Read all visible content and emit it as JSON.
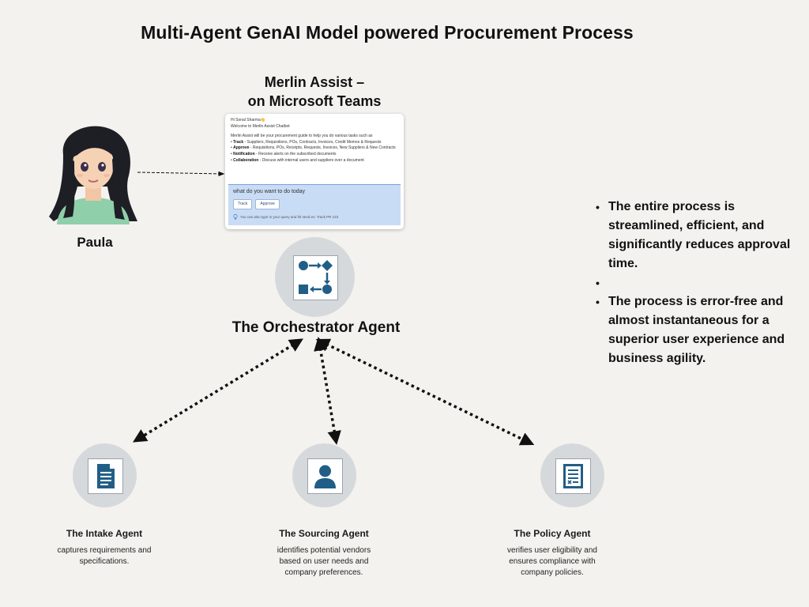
{
  "title": "Multi-Agent GenAI Model powered  Procurement Process",
  "teams": {
    "line1": "Merlin Assist –",
    "line2": "on Microsoft Teams"
  },
  "user": {
    "name": "Paula"
  },
  "chat": {
    "greeting": "Hi Sonal Sharma👋",
    "welcome": "Welcome to Merlin Assist Chatbot",
    "intro": "Merlin Assist will be your procurement guide to help you do various tasks such as",
    "items": [
      {
        "label": "Track",
        "text": " -  Suppliers, Requisitions, POs, Contracts, Invoices, Credit Memos & Requests"
      },
      {
        "label": "Approve",
        "text": " -  Requisitions, POs, Receipts, Requests, Invoices, New Suppliers & New Contracts"
      },
      {
        "label": "Notification",
        "text": " -  Receive alerts on the subscribed documents"
      },
      {
        "label": "Collaboration",
        "text": " -  Discuss with internal users and suppliers over a document"
      }
    ],
    "question": "what do you want to do today",
    "buttons": [
      "Track",
      "Approve"
    ],
    "hint": "You can also type in your query and hit send ex: Track PR 123"
  },
  "orchestrator": {
    "label": "The Orchestrator Agent"
  },
  "agents": [
    {
      "title": "The Intake Agent",
      "desc": [
        "captures requirements and",
        "specifications."
      ]
    },
    {
      "title": "The Sourcing Agent",
      "desc": [
        "identifies potential vendors",
        "based on user needs and",
        "company preferences."
      ]
    },
    {
      "title": "The Policy Agent",
      "desc": [
        "verifies user eligibility and",
        "ensures compliance with",
        "company policies."
      ]
    }
  ],
  "bullets": [
    "The entire process is streamlined, efficient, and significantly reduces approval time.",
    "",
    "The process is error-free and almost instantaneous for a superior user experience and business agility."
  ],
  "colors": {
    "icon": "#215e87",
    "circle": "#d6d9dc",
    "background": "#f4f2ee"
  },
  "icons": {
    "orchestrator": "workflow-icon",
    "intake": "document-icon",
    "sourcing": "person-icon",
    "policy": "checklist-icon"
  }
}
